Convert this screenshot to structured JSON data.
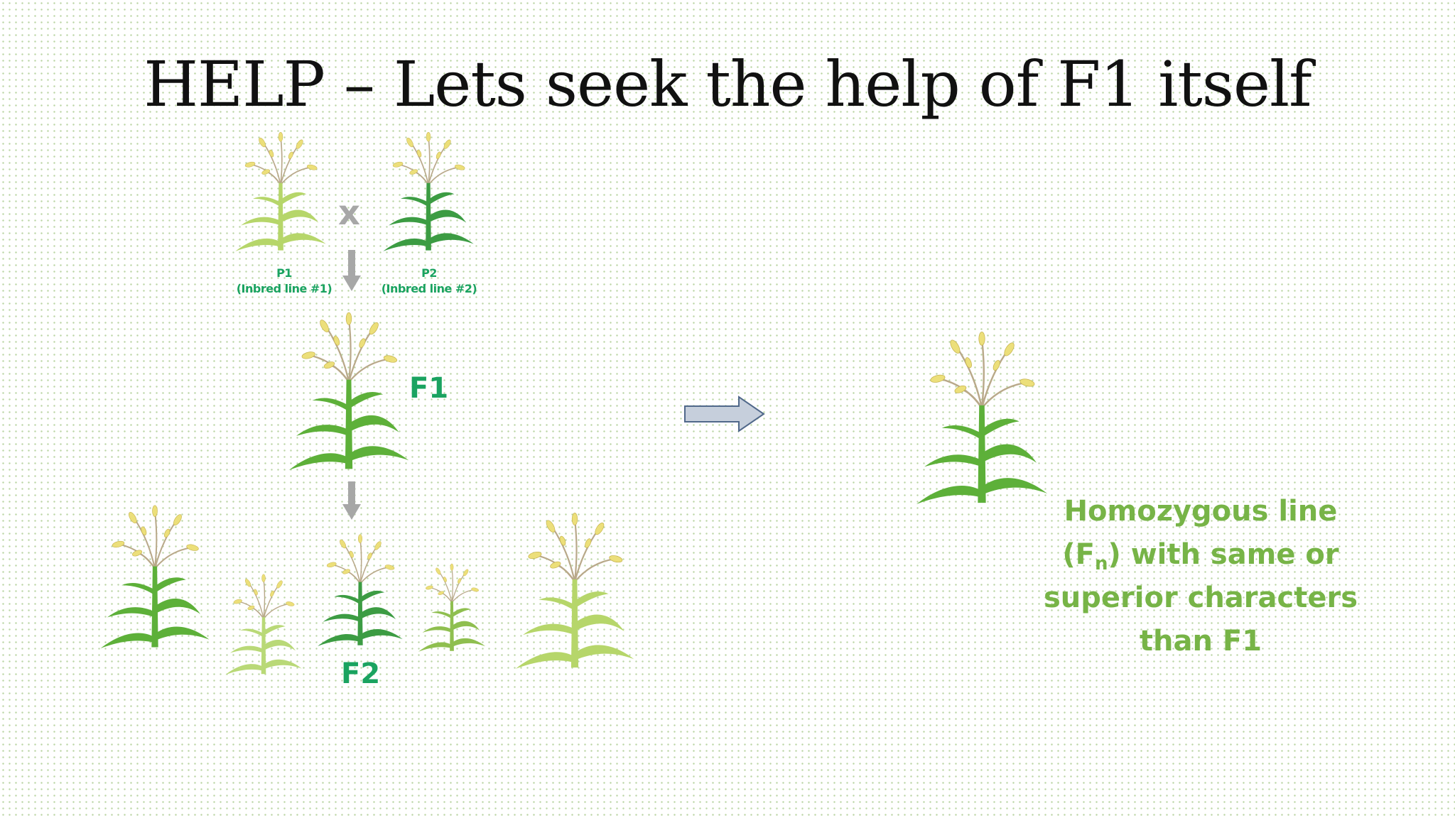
{
  "slide": {
    "title": "HELP – Lets seek the help of F1 itself"
  },
  "diagram": {
    "cross_symbol": "x",
    "parent1": {
      "name": "P1",
      "desc": "(Inbred line #1)"
    },
    "parent2": {
      "name": "P2",
      "desc": "(Inbred line #2)"
    },
    "f1_label": "F1",
    "f2_label": "F2",
    "result": {
      "line1": "Homozygous line",
      "line2_open": "(F",
      "line2_sub": "n",
      "line2_rest": ") with same or",
      "line3": "superior characters",
      "line4": "than F1"
    }
  },
  "colors": {
    "label_green": "#1aa360",
    "result_green": "#77b447",
    "arrow_fill": "#c6cfdc",
    "arrow_stroke": "#50688a",
    "down_arrow": "#a7a7a7"
  }
}
